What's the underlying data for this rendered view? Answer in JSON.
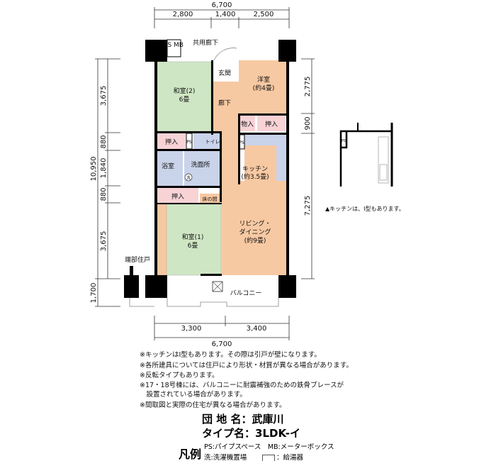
{
  "dims": {
    "top_total": "6,700",
    "top": [
      "2,800",
      "1,400",
      "2,500"
    ],
    "bottom": [
      "3,300",
      "3,400"
    ],
    "bottom_total": "6,700",
    "left_total": "10,950",
    "left_balcony": "1,700",
    "left": [
      "3,675",
      "880",
      "1,840",
      "880",
      "3,675"
    ],
    "right": [
      "2,775",
      "900",
      "7,275"
    ]
  },
  "rooms": {
    "corridor_common": "共用廊下",
    "ps_mb": "PS MB",
    "washitsu2": "和室(2)",
    "washitsu2_size": "6畳",
    "genkan": "玄関",
    "rouka": "廊下",
    "youshitsu": "洋室",
    "youshitsu_size": "(約4畳)",
    "monoire": "物入",
    "oshiire": "押入",
    "ps": "PS",
    "toilet": "トイレ",
    "bath": "浴室",
    "senmen": "洗面所",
    "kitchen": "キッチン",
    "kitchen_size": "(約3.5畳)",
    "tokonoma": "床の間",
    "washitsu1": "和室(1)",
    "washitsu1_size": "6畳",
    "living": "リビング・",
    "dining": "ダイニング",
    "living_size": "(約9畳)",
    "balcony": "バルコニー",
    "end_unit": "端部住戸",
    "washer": "洗"
  },
  "inset_note": "▲キッチンは、I型もあります。",
  "notes": [
    "※キッチンはI型もあります。その際は引戸が壁になります。",
    "※各所建具については住戸により形状・材質が異なる場合があります。",
    "※反転タイプもあります。",
    "※17・18号棟には、バルコニーに耐震補強のための鉄骨ブレースが",
    "　設置されている場合があります。",
    "※間取図と実際の住宅が異なる場合があります。"
  ],
  "info": {
    "danchi_label": "団 地 名：",
    "danchi": "武庫川",
    "type_label": "タイプ名：",
    "type": "3LDK-イ"
  },
  "legend": {
    "title": "凡例",
    "ps": "PS:パイプスペース　MB:メーターボックス",
    "washer": "洗:洗濯機置場",
    "heater": "：給湯器"
  },
  "colors": {
    "tatami": "#cfe6c4",
    "wood": "#f7c9a3",
    "closet": "#f8d3d6",
    "wet": "#c9d3ea"
  }
}
